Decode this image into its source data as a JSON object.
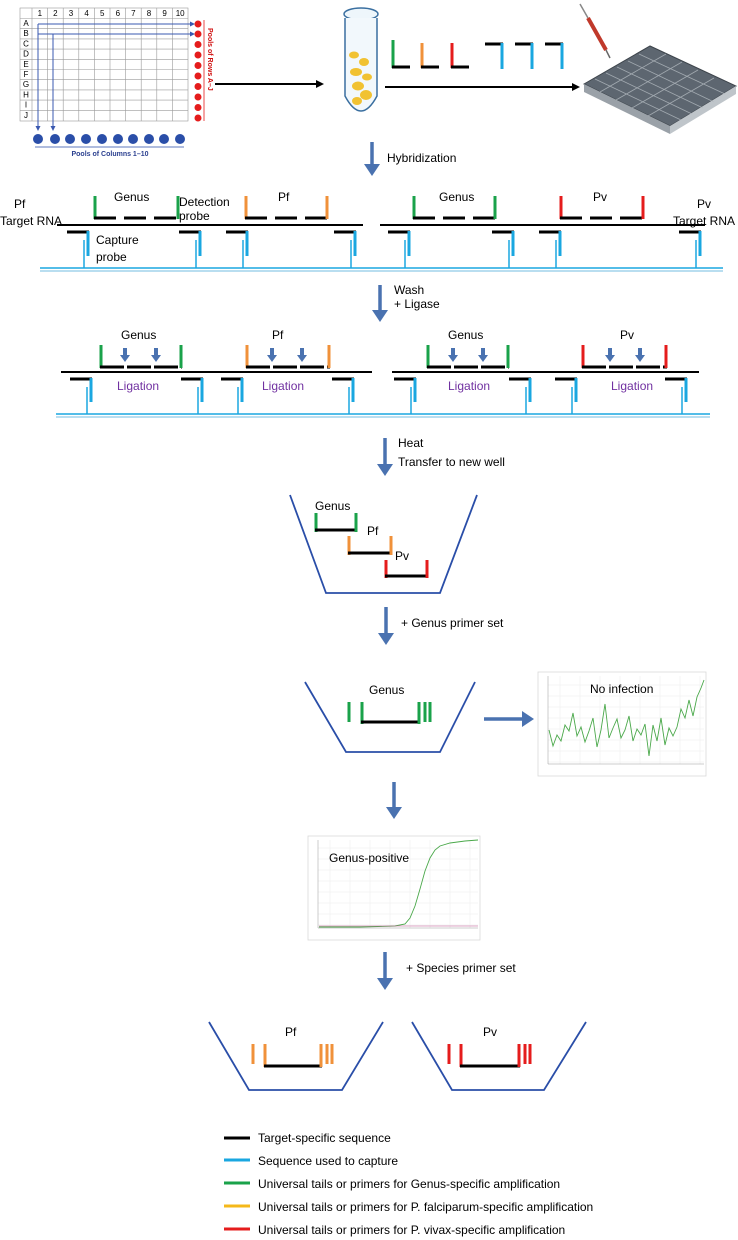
{
  "grid": {
    "column_labels": [
      "1",
      "2",
      "3",
      "4",
      "5",
      "6",
      "7",
      "8",
      "9",
      "10"
    ],
    "row_labels": [
      "A",
      "B",
      "C",
      "D",
      "E",
      "F",
      "G",
      "H",
      "I",
      "J"
    ],
    "column_pools_label": "Pools of Columns 1–10",
    "row_pools_label": "Pools of Rows A–J"
  },
  "steps": {
    "hybridization": "Hybridization",
    "wash": "Wash",
    "ligase": "+ Ligase",
    "heat": "Heat",
    "transfer": "Transfer to new well",
    "genus_primer": "+ Genus primer set",
    "species_primer": "+ Species primer set"
  },
  "hyb_labels": {
    "pf": "Pf",
    "target_rna_left": "Target RNA",
    "genus_left": "Genus",
    "detection": "Detection",
    "probe": "probe",
    "pf_probe": "Pf",
    "genus_right": "Genus",
    "pv_probe": "Pv",
    "pv": "Pv",
    "target_rna_right": "Target RNA",
    "capture": "Capture",
    "capture_probe": "probe"
  },
  "ligation_labels": {
    "genus_left": "Genus",
    "pf": "Pf",
    "genus_right": "Genus",
    "pv": "Pv",
    "ligation": "Ligation"
  },
  "transfer_well": {
    "genus": "Genus",
    "pf": "Pf",
    "pv": "Pv"
  },
  "genus_well": {
    "label": "Genus"
  },
  "no_infection_chart": {
    "label": "No infection"
  },
  "genus_positive_chart": {
    "label": "Genus-positive"
  },
  "species_wells": {
    "pf": "Pf",
    "pv": "Pv"
  },
  "legend": [
    {
      "color": "#000000",
      "label": "Target-specific sequence"
    },
    {
      "color": "#1aa7e0",
      "label": "Sequence used to capture"
    },
    {
      "color": "#1aa24a",
      "label": "Universal tails or primers for Genus-specific amplification"
    },
    {
      "color": "#f5b81a",
      "label": "Universal tails or primers for P. falciparum-specific amplification"
    },
    {
      "color": "#e51c1c",
      "label": "Universal tails or primers for P. vivax-specific amplification"
    }
  ],
  "colors": {
    "black": "#000000",
    "blue": "#1aa7e0",
    "green": "#1aa24a",
    "orange": "#f0913a",
    "red": "#e51c1c",
    "arrow": "#4a72b0"
  },
  "icons": [
    "test-tube-icon",
    "microplate-icon",
    "pipette-icon"
  ]
}
